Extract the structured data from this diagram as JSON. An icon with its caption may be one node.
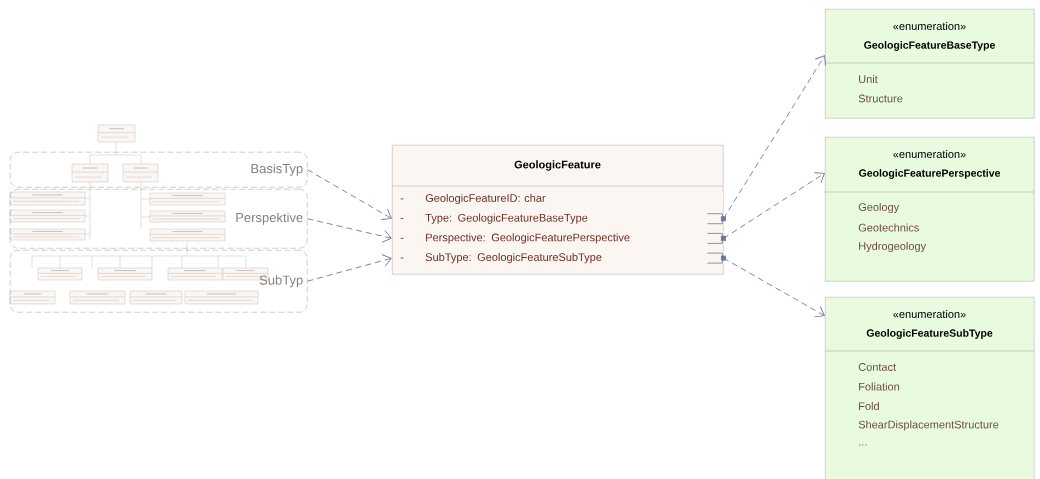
{
  "diagram": {
    "nodes": [
      {
        "text": [
          "BasisTyp"
        ]
      },
      {
        "text": [
          "Perspektive"
        ]
      },
      {
        "text": [
          "SubTyp"
        ]
      },
      {
        "text": [
          "GeologicFeature"
        ]
      },
      {
        "text": [
          "-",
          "GeologicFeatureID: char"
        ],
        "in": 3
      },
      {
        "text": [
          "-",
          "Type: GeologicFeatureBaseType"
        ],
        "in": 3
      },
      {
        "text": [
          "-",
          "Perspective: GeologicFeaturePerspective"
        ],
        "in": 3
      },
      {
        "text": [
          "-",
          "SubType: GeologicFeatureSubType"
        ],
        "in": 3
      },
      {
        "text": [
          "«enumeration»",
          "GeologicFeatureBaseType",
          "Unit",
          "Structure"
        ]
      },
      {
        "text": [
          "«enumeration»",
          "GeologicFeaturePerspective",
          "Geology",
          "Geotechnics",
          "Hydrogeology"
        ]
      },
      {
        "text": [
          "«enumeration»",
          "GeologicFeatureSubType",
          "Contact",
          "Foliation",
          "Fold",
          "ShearDisplacementStructure",
          "..."
        ]
      }
    ],
    "edges": [
      {
        "from": 0,
        "to": 5,
        "arrow": "to",
        "style": "dashed"
      },
      {
        "from": 1,
        "to": 6,
        "arrow": "to",
        "style": "dashed"
      },
      {
        "from": 2,
        "to": 7,
        "arrow": "to",
        "style": "dashed"
      },
      {
        "from": 5,
        "to": 8,
        "arrow": "to",
        "style": "dashed"
      },
      {
        "from": 6,
        "to": 9,
        "arrow": "to",
        "style": "dashed"
      },
      {
        "from": 7,
        "to": 10,
        "arrow": "to",
        "style": "dashed"
      }
    ]
  }
}
